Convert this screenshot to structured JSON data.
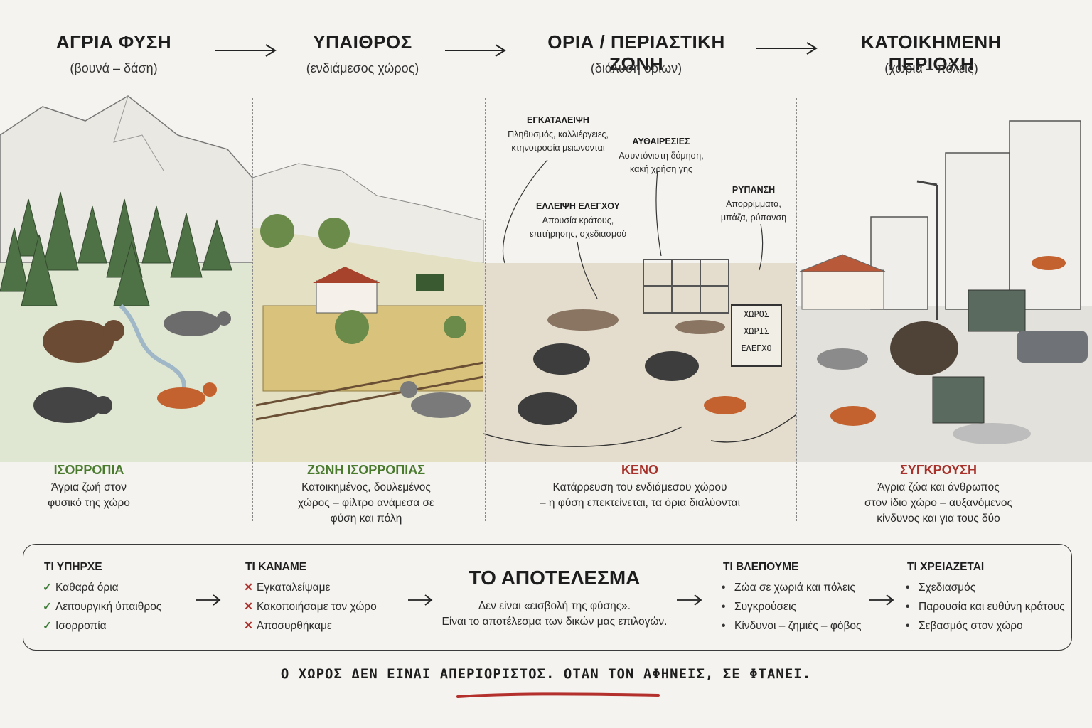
{
  "zones": [
    {
      "title": "ΑΓΡΙΑ ΦΥΣΗ",
      "subtitle": "(βουνά – δάση)",
      "label": "ΙΣΟΡΡΟΠΙΑ",
      "label_color": "#4a7a2e",
      "desc": [
        "Άγρια ζωή στον",
        "φυσικό της χώρο"
      ]
    },
    {
      "title": "ΥΠΑΙΘΡΟΣ",
      "subtitle": "(ενδιάμεσος χώρος)",
      "label": "ΖΩΝΗ ΙΣΟΡΡΟΠΙΑΣ",
      "label_color": "#4a7a2e",
      "desc": [
        "Κατοικημένος, δουλεμένος",
        "χώρος – φίλτρο ανάμεσα σε",
        "φύση και πόλη"
      ]
    },
    {
      "title": "ΟΡΙΑ / ΠΕΡΙΑΣΤΙΚΗ ΖΩΝΗ",
      "subtitle": "(διάλυση ορίων)",
      "label": "ΚΕΝΟ",
      "label_color": "#a8322b",
      "desc": [
        "Κατάρρευση του ενδιάμεσου χώρου",
        "– η φύση επεκτείνεται, τα όρια διαλύονται"
      ]
    },
    {
      "title": "ΚΑΤΟΙΚΗΜΕΝΗ ΠΕΡΙΟΧΗ",
      "subtitle": "(χωριά – πόλεις)",
      "label": "ΣΥΓΚΡΟΥΣΗ",
      "label_color": "#a8322b",
      "desc": [
        "Άγρια ζώα και άνθρωπος",
        "στον ίδιο χώρο – αυξανόμενος",
        "κίνδυνος και για τους δύο"
      ]
    }
  ],
  "annotations": [
    {
      "title": "ΕΓΚΑΤΑΛΕΙΨΗ",
      "lines": [
        "Πληθυσμός, καλλιέργειες,",
        "κτηνοτροφία μειώνονται"
      ]
    },
    {
      "title": "ΑΥΘΑΙΡΕΣΙΕΣ",
      "lines": [
        "Ασυντόνιστη δόμηση,",
        "κακή χρήση γης"
      ]
    },
    {
      "title": "ΕΛΛΕΙΨΗ ΕΛΕΓΧΟΥ",
      "lines": [
        "Απουσία κράτους,",
        "επιτήρησης, σχεδιασμού"
      ]
    },
    {
      "title": "ΡΥΠΑΝΣΗ",
      "lines": [
        "Απορρίμματα,",
        "μπάζα, ρύπανση"
      ]
    }
  ],
  "sign": [
    "ΧΩΡΟΣ",
    "ΧΩΡΙΣ",
    "ΕΛΕΓΧΟ"
  ],
  "summary": {
    "existed": {
      "title": "ΤΙ ΥΠΗΡΧΕ",
      "items": [
        "Καθαρά όρια",
        "Λειτουργική ύπαιθρος",
        "Ισορροπία"
      ]
    },
    "did": {
      "title": "ΤΙ ΚΑΝΑΜΕ",
      "items": [
        "Εγκαταλείψαμε",
        "Κακοποιήσαμε τον χώρο",
        "Αποσυρθήκαμε"
      ]
    },
    "result": {
      "title": "ΤΟ ΑΠΟΤΕΛΕΣΜΑ",
      "lines": [
        "Δεν είναι «εισβολή της φύσης».",
        "Είναι το αποτέλεσμα των δικών μας επιλογών."
      ]
    },
    "see": {
      "title": "ΤΙ ΒΛΕΠΟΥΜΕ",
      "items": [
        "Ζώα σε χωριά και πόλεις",
        "Συγκρούσεις",
        "Κίνδυνοι – ζημιές – φόβος"
      ]
    },
    "need": {
      "title": "ΤΙ ΧΡΕΙΑΖΕΤΑΙ",
      "items": [
        "Σχεδιασμός",
        "Παρουσία και ευθύνη κράτους",
        "Σεβασμός στον χώρο"
      ]
    }
  },
  "footer": "Ο ΧΩΡΟΣ ΔΕΝ ΕΙΝΑΙ ΑΠΕΡΙΟΡΙΣΤΟΣ. ΟΤΑΝ ΤΟΝ ΑΦΗΝΕΙΣ, ΣΕ ΦΤΑΝΕΙ.",
  "colors": {
    "green": "#4a7a2e",
    "red": "#a8322b",
    "ink": "#1d1d1d"
  }
}
